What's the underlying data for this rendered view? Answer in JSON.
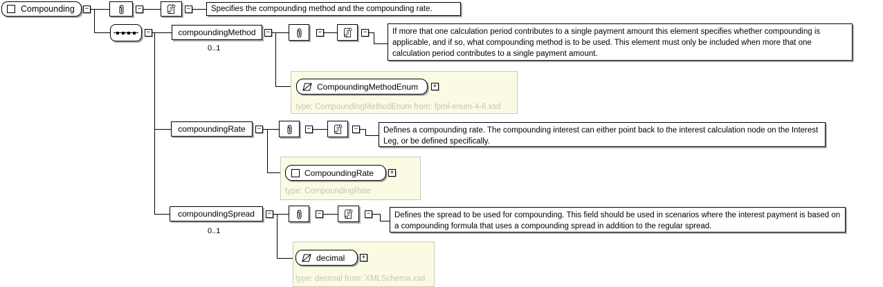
{
  "icons": {
    "collapse": "−",
    "expand": "+",
    "paperclip": "attributes",
    "scroll": "annotation",
    "square": "complex-type",
    "slash-box": "simple-type",
    "sequence-dots": "sequence"
  },
  "root": {
    "label": "Compounding",
    "doc": "Specifies the compounding method and the compounding rate."
  },
  "children": [
    {
      "name": "compoundingMethod",
      "cardinality": "0..1",
      "doc": "If more that one calculation period contributes to a single payment amount this element specifies whether compounding is applicable, and if so, what compounding method is to be used. This element must only be included when more that one calculation period contributes to a single payment amount.",
      "type_label": "CompoundingMethodEnum",
      "type_note": "type: CompoundingMethodEnum from: fpml-enum-4-6.xsd"
    },
    {
      "name": "compoundingRate",
      "doc": "Defines a compounding rate. The compounding interest can either point back to the interest calculation node on the Interest Leg, or be defined specifically.",
      "type_label": "CompoundingRate",
      "type_note": "type: CompoundingRate"
    },
    {
      "name": "compoundingSpread",
      "cardinality": "0..1",
      "doc": "Defines the spread to be used for compounding. This field should be used in scenarios where the interest payment is based on a compounding formula that uses a compounding spread in addition to the regular spread.",
      "type_label": "decimal",
      "type_note": "type: decimal from: XMLSchema.xsd"
    }
  ],
  "colors": {
    "panel_bg": "#fbfae3",
    "panel_border": "#c9c9c0",
    "note_text": "#c6c6ae",
    "line": "#000000",
    "shadow": "#aaaaaa"
  }
}
